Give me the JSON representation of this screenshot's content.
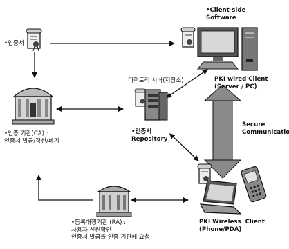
{
  "labels": {
    "certificate": "•인증서",
    "client_software": "•Client-side\nSoftware",
    "directory_server": "디렉토리 서버(저장소)",
    "pki_wired_client": "PKI wired Client\n(Server / PC)",
    "ca": "•인증 기관(CA) :\n인증서 발급/갱신/폐기",
    "repository": "•인증서\nRepository",
    "secure_communication": "Secure\nCommunication",
    "pki_wireless_client": "PKI Wireless  Client\n(Phone/PDA)",
    "ra": "•등록대행기관 (RA) :\n사용자 신원확인\n인증서 발급을 인증 기관에 요청"
  },
  "icons": {
    "certificate": "certificate-scroll-icon",
    "client_scroll": "certificate-scroll-icon",
    "ca": "ca-building-icon",
    "repository": "server-icon",
    "pc": "desktop-pc-icon",
    "wireless_scroll": "certificate-scroll-icon",
    "laptop": "laptop-icon",
    "phone": "mobile-phone-icon",
    "ra": "ra-building-icon"
  },
  "colors": {
    "ink": "#111111",
    "shade": "#8a8a8a",
    "light": "#cfcfcf"
  }
}
